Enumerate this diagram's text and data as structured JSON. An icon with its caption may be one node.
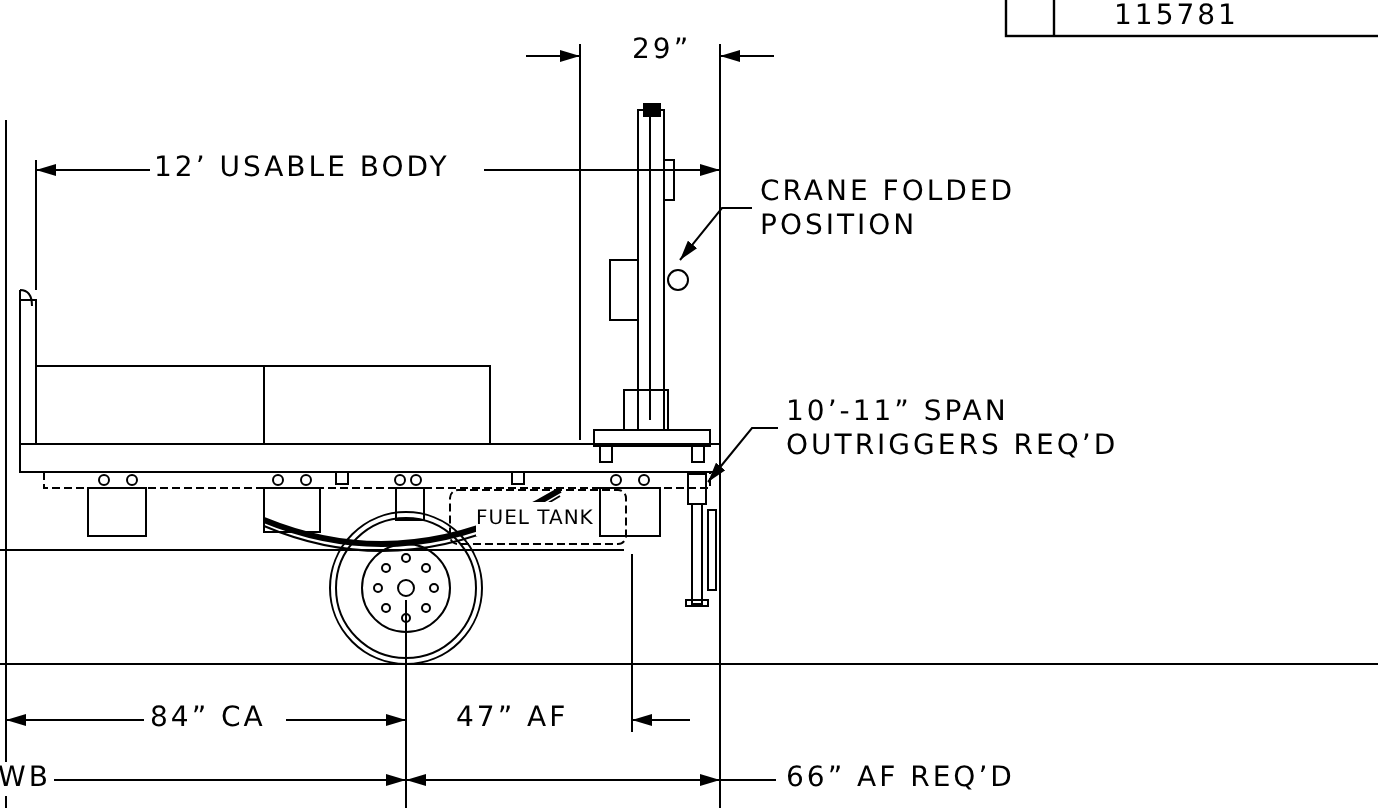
{
  "diagram": {
    "nodes": [
      {
        "text": [
          "CRANE FOLDED POSITION"
        ]
      },
      {
        "text": [],
        "shape": "picture"
      },
      {
        "text": [
          "10’-11” SPAN OUTRIGGERS REQ’D"
        ]
      },
      {
        "text": [],
        "shape": "picture"
      }
    ],
    "edges": [
      {
        "from": 0,
        "to": 1,
        "arrow": "to"
      },
      {
        "from": 2,
        "to": 3,
        "arrow": "to"
      }
    ],
    "labels": [
      "115781",
      "29”",
      "12’ USABLE BODY",
      "FUEL TANK",
      "84” CA",
      "47” AF",
      "WB",
      "66” AF REQ’D"
    ]
  }
}
